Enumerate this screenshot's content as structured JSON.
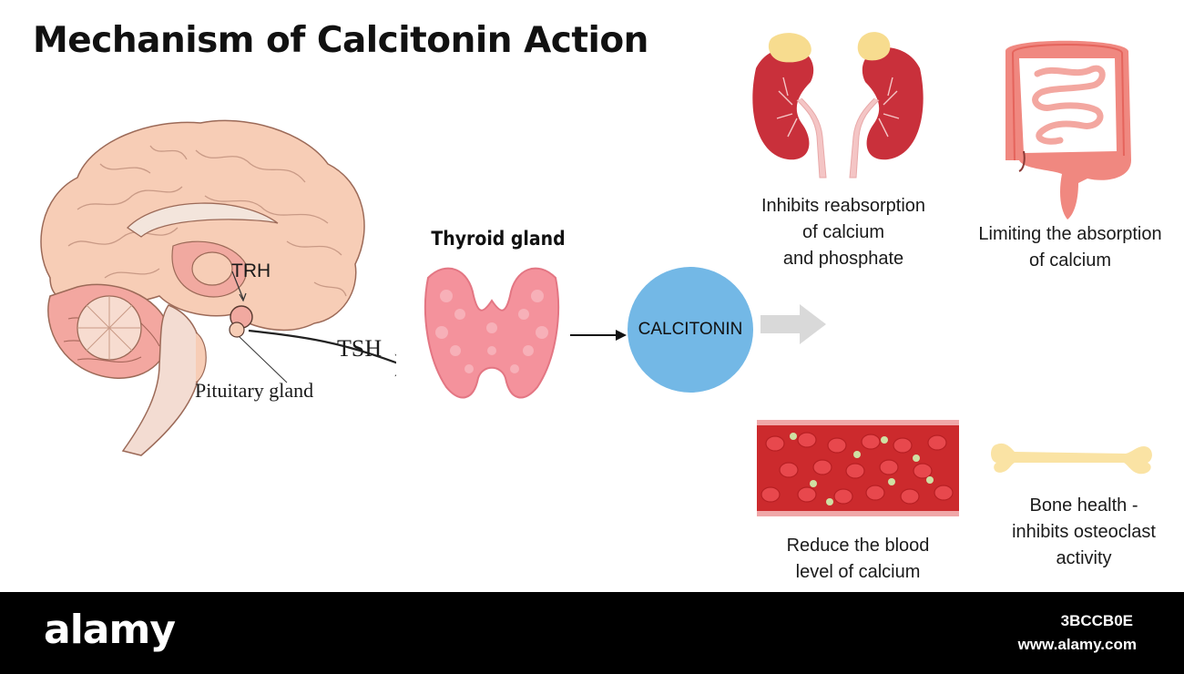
{
  "title": "Mechanism of Calcitonin Action",
  "brain": {
    "trh_label": "TRH",
    "tsh_label": "TSH",
    "pituitary_label": "Pituitary gland"
  },
  "thyroid": {
    "label": "Thyroid gland"
  },
  "hormone": {
    "label": "CALCITONIN"
  },
  "effects": {
    "kidney": [
      "Inhibits reabsorption",
      "of calcium",
      "and phosphate"
    ],
    "intestine": [
      "Limiting the absorption",
      "of calcium"
    ],
    "blood": [
      "Reduce the blood",
      "level of calcium"
    ],
    "bone": [
      "Bone health -",
      "inhibits osteoclast",
      "activity"
    ]
  },
  "footer": {
    "brand": "alamy",
    "image_id": "3BCCB0E",
    "site": "www.alamy.com"
  },
  "colors": {
    "brain": "#f7cdb6",
    "kidney": "#c9303b",
    "adrenal": "#f7dc8f",
    "thyroid": "#f4929c",
    "calcitonin": "#73b8e6",
    "vessel": "#cc2a2d",
    "rbc": "#e8484d",
    "bone": "#fae3a4",
    "intestine": "#f3a7a0",
    "arrow_gray": "#d9d9d9"
  }
}
